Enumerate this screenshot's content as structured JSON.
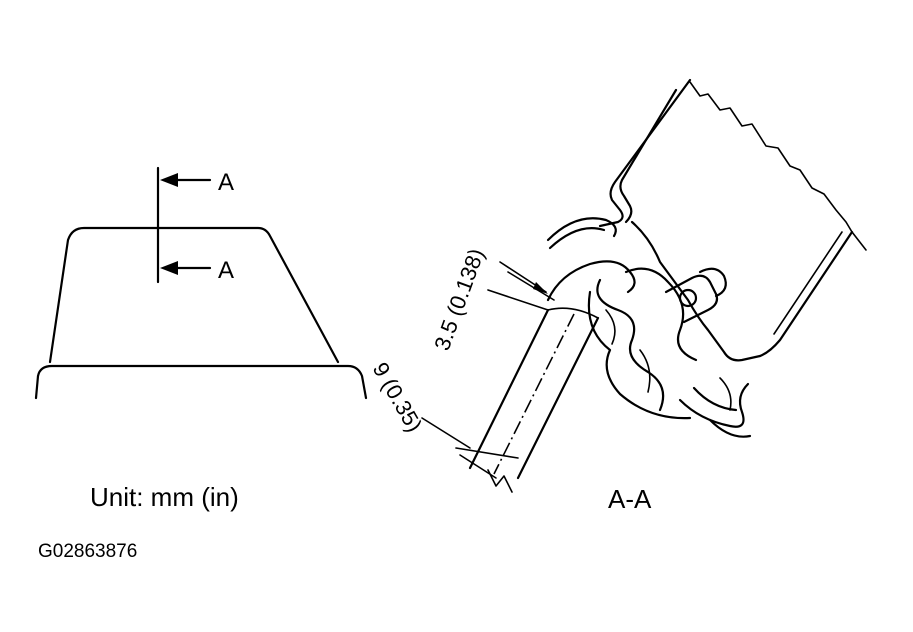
{
  "section_marker_top": "A",
  "section_marker_bottom": "A",
  "unit_label": "Unit: mm (in)",
  "section_view_label": "A-A",
  "figure_id": "G02863876",
  "dimension_small": "3.5 (0.138)",
  "dimension_large": "9 (0.35)"
}
